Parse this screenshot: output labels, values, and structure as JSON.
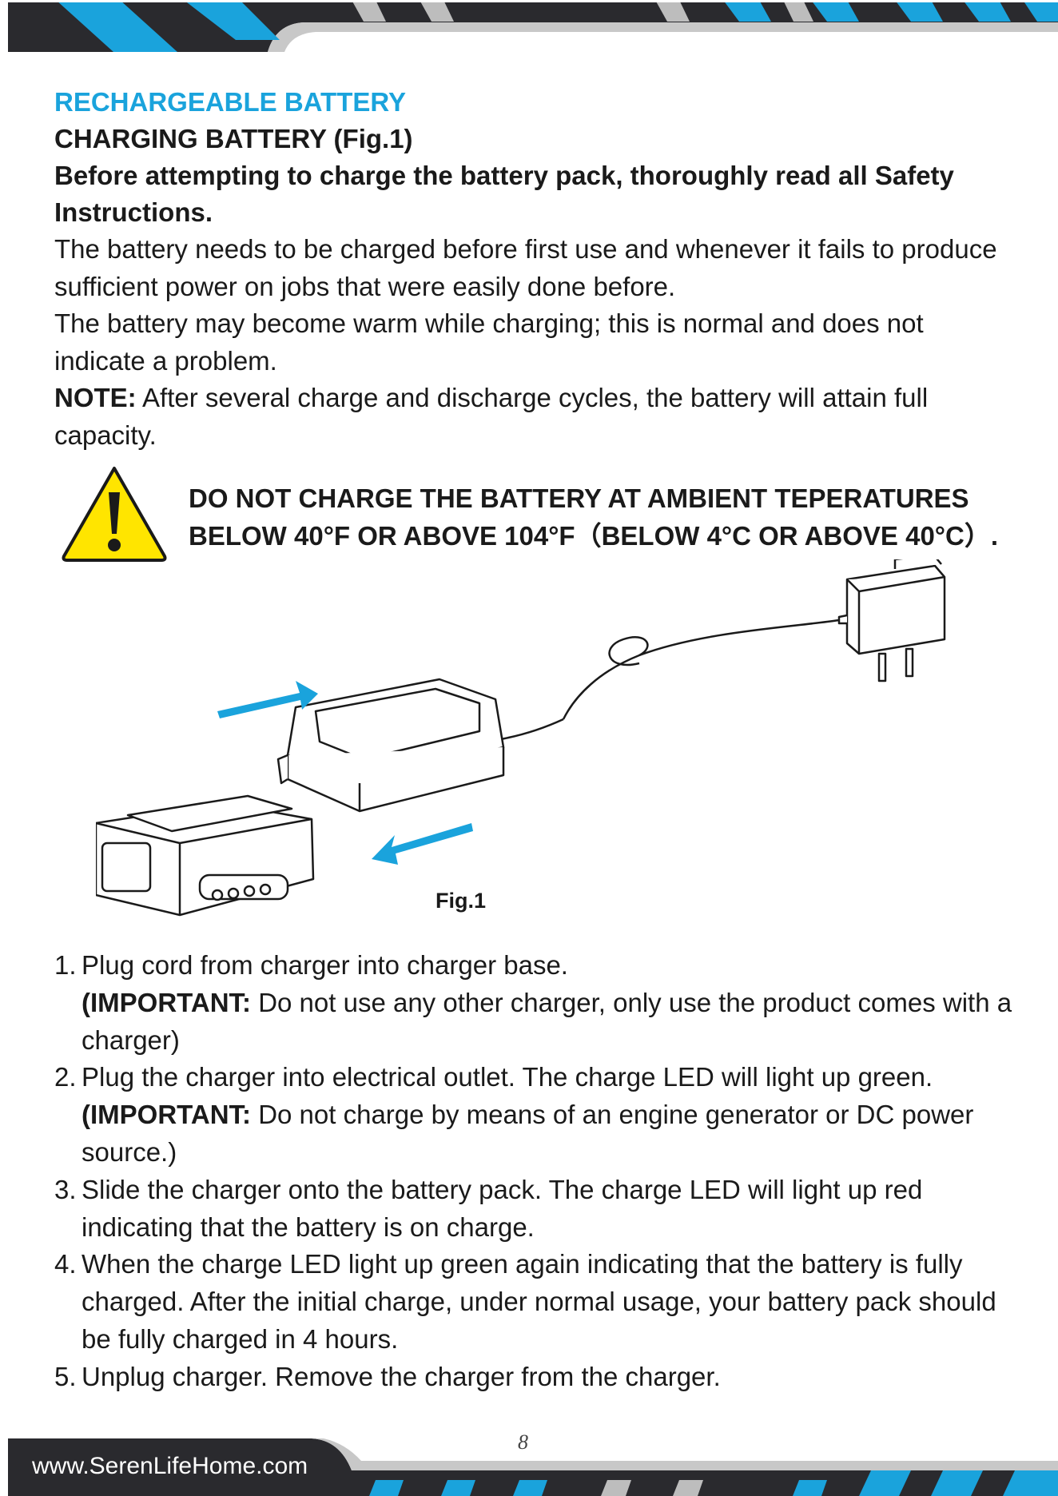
{
  "colors": {
    "accent": "#1aa3dc",
    "banner_dark": "#2a2a2e",
    "banner_gray": "#bdbdbd",
    "warning_yellow": "#ffe500"
  },
  "header": {
    "section": "RECHARGEABLE BATTERY",
    "subsection": "CHARGING BATTERY (Fig.1)"
  },
  "intro": {
    "safety": "Before attempting to charge the battery pack, thoroughly read all Safety Instructions.",
    "p1": "The battery needs to be charged before first use and whenever it fails to produce sufficient power on jobs that were easily done before.",
    "p2": "The battery may become warm while charging; this is normal and does not indicate a problem.",
    "note_label": "NOTE:",
    "note_text": " After several charge and discharge cycles, the battery will attain full capacity."
  },
  "warning": {
    "icon": "warning-triangle-icon",
    "line1": "DO NOT CHARGE THE BATTERY AT AMBIENT TEPERATURES",
    "line2": "BELOW 40°F OR ABOVE 104°F（BELOW 4°C OR ABOVE 40°C）."
  },
  "figure": {
    "caption": "Fig.1"
  },
  "steps": [
    {
      "num": "1.",
      "text": "Plug cord from charger into charger base.",
      "important_label": "(IMPORTANT:",
      "important_text": " Do not use any other charger, only use the product comes with a charger)"
    },
    {
      "num": "2.",
      "text": "Plug the charger into electrical outlet. The charge LED will light up green.",
      "important_label": "(IMPORTANT:",
      "important_text": " Do not charge by means of an engine generator or DC power source.)"
    },
    {
      "num": "3.",
      "text": "Slide the charger onto the battery pack. The charge LED will light up red indicating that the battery is on charge."
    },
    {
      "num": "4.",
      "text": "When the charge LED light up green again indicating that the battery is fully charged. After the initial charge, under normal usage, your battery pack should be fully charged in 4 hours."
    },
    {
      "num": "5.",
      "text": "Unplug charger. Remove the charger from the charger."
    }
  ],
  "footer": {
    "page_number": "8",
    "website": "www.SerenLifeHome.com"
  }
}
